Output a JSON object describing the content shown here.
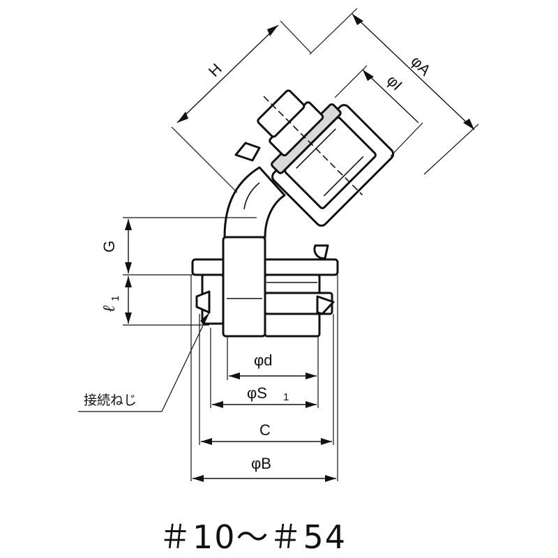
{
  "dimensions": {
    "H": "H",
    "phiA": "φA",
    "phiI": "φI",
    "G": "G",
    "l1_main": "ℓ",
    "l1_sub": "1",
    "phid": "φd",
    "phiS1_main": "φS",
    "phiS1_sub": "1",
    "C": "C",
    "phiB": "φB"
  },
  "note": "接続ねじ",
  "caption": "＃10～＃54"
}
